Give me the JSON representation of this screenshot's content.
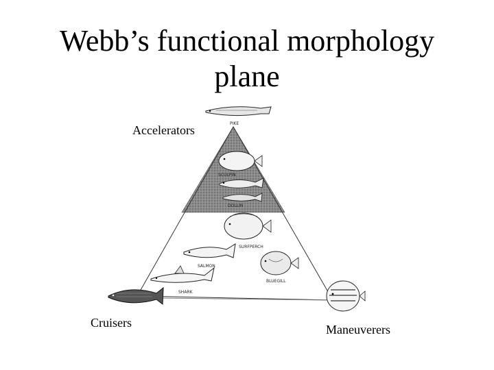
{
  "slide": {
    "title_line1": "Webb’s functional morphology",
    "title_line2": "plane"
  },
  "diagram": {
    "vertex_labels": {
      "top": "Accelerators",
      "left": "Cruisers",
      "right": "Maneuverers"
    },
    "fish_labels": [
      "PIKE",
      "SCULPIN",
      "DOLLIN",
      "SURFPERCH",
      "SALMON",
      "BLUEGILL",
      "SHARK"
    ],
    "icons": [
      "pike-icon",
      "flatfish-icon",
      "sculpin-icon",
      "surfperch-icon",
      "salmon-icon",
      "bluegill-icon",
      "shark-icon",
      "tuna-icon",
      "butterflyfish-icon"
    ]
  }
}
